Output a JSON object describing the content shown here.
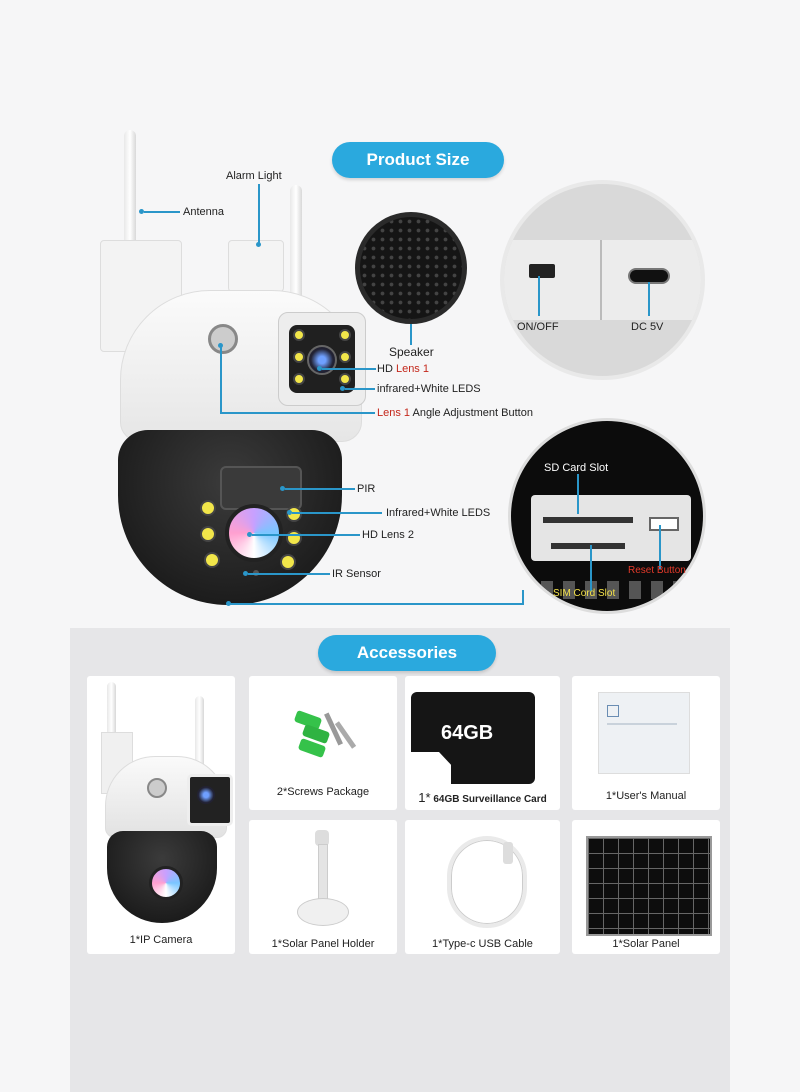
{
  "header": {
    "title": "Product Size"
  },
  "camera_labels": {
    "alarm_light": "Alarm Light",
    "antenna": "Antenna",
    "speaker": "Speaker",
    "hd_lens1_prefix": "HD",
    "hd_lens1_red": "Lens 1",
    "leds_top": "infrared+White LEDS",
    "adjust_red": "Lens 1",
    "adjust_rest": "Angle Adjustment Button",
    "pir": "PIR",
    "leds_bottom": "Infrared+White LEDS",
    "hd_lens2": "HD Lens 2",
    "ir_sensor": "IR Sensor"
  },
  "detail_labels": {
    "on_off": "ON/OFF",
    "dc": "DC 5V",
    "sd_slot": "SD Card Slot",
    "reset": "Reset Button",
    "sim_slot": "SIM Cord Slot"
  },
  "accessories": {
    "title": "Accessories",
    "sd_card_text": "64GB",
    "items": [
      {
        "caption": "1*IP Camera"
      },
      {
        "caption": "2*Screws Package"
      },
      {
        "caption_prefix": "1*",
        "caption": "64GB Surveillance Card"
      },
      {
        "caption": "1*User's Manual"
      },
      {
        "caption": "1*Solar Panel Holder"
      },
      {
        "caption": "1*Type-c USB Cable"
      },
      {
        "caption": "1*Solar Panel"
      }
    ]
  },
  "colors": {
    "accent": "#2aa9de",
    "red_text": "#c4281c",
    "leader_line": "#2a96c9"
  }
}
